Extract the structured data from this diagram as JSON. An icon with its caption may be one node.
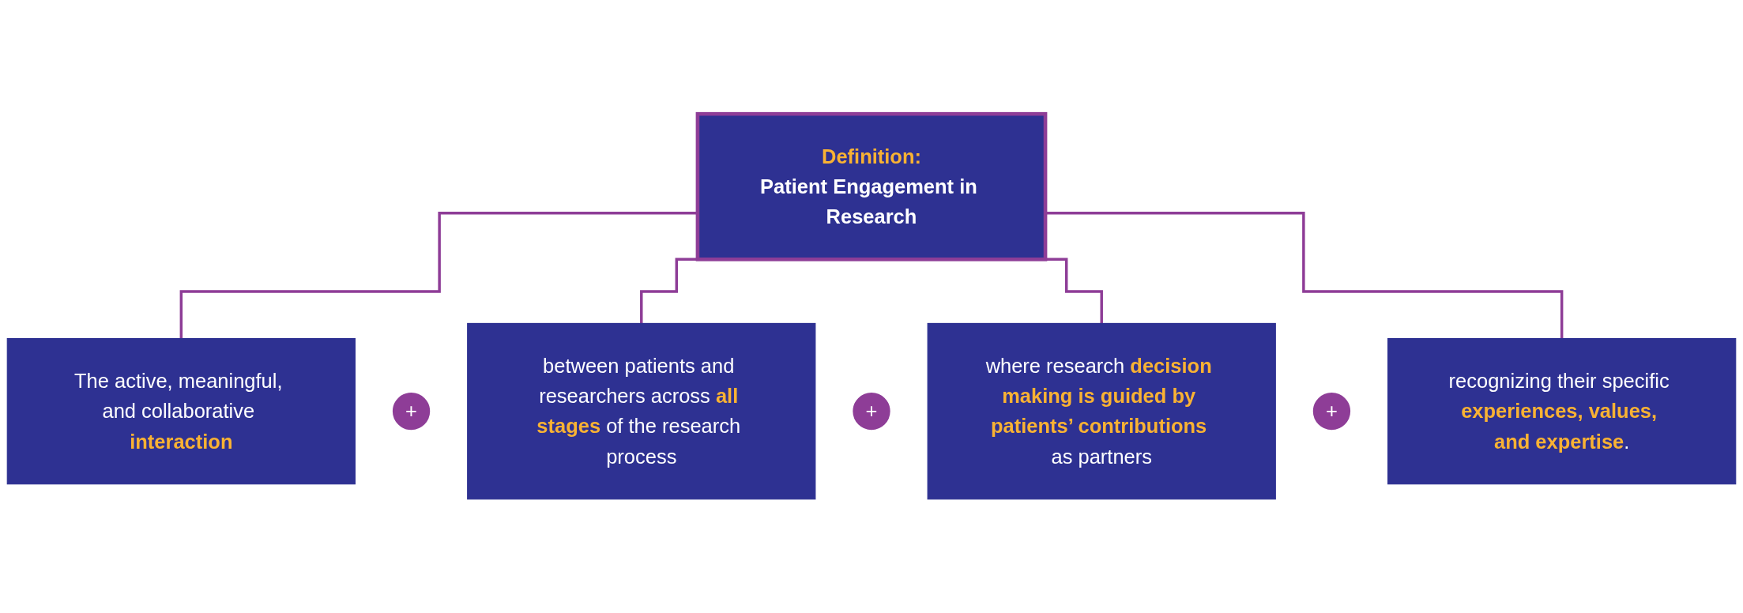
{
  "diagram": {
    "nodes": [
      {
        "text": [
          "Definition:",
          "Patient Engagement in Research"
        ]
      },
      {
        "text": [
          "The active, meaningful, and collaborative **interaction**"
        ]
      },
      {
        "text": [
          "+"
        ]
      },
      {
        "text": [
          "between patients and researchers across **all stages** of the research process"
        ]
      },
      {
        "text": [
          "+"
        ]
      },
      {
        "text": [
          "where research **decision making is guided by patients’ contributions** as partners"
        ]
      },
      {
        "text": [
          "+"
        ]
      },
      {
        "text": [
          "recognizing their specific **experiences, values, and expertise**."
        ]
      }
    ],
    "edges": [
      {
        "from": 0,
        "to": 1,
        "arrow": "none"
      },
      {
        "from": 0,
        "to": 3,
        "arrow": "none"
      },
      {
        "from": 0,
        "to": 5,
        "arrow": "none"
      },
      {
        "from": 0,
        "to": 7,
        "arrow": "none"
      }
    ]
  }
}
